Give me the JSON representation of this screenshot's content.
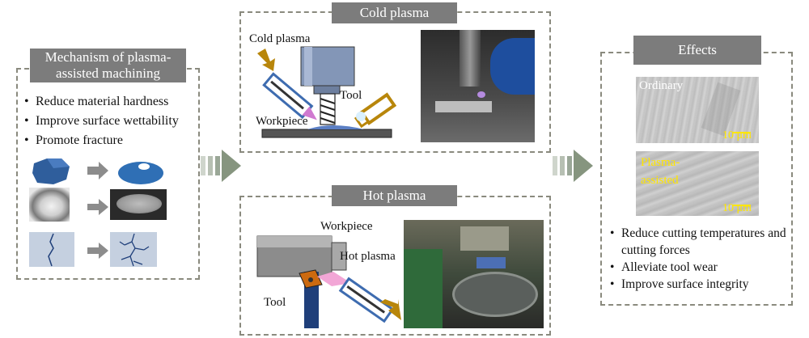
{
  "mechanism": {
    "title": "Mechanism of plasma-\nassisted machining",
    "bullets": [
      "Reduce material hardness",
      "Improve surface wettability",
      "Promote fracture"
    ]
  },
  "cold": {
    "title": "Cold plasma",
    "labels": {
      "plasma": "Cold plasma",
      "tool": "Tool",
      "workpiece": "Workpiece"
    }
  },
  "hot": {
    "title": "Hot plasma",
    "labels": {
      "workpiece": "Workpiece",
      "plasma": "Hot plasma",
      "tool": "Tool"
    }
  },
  "effects": {
    "title": "Effects",
    "ordinary_label": "Ordinary",
    "plasma_label": "Plasma-\nassisted",
    "scale": "10 μm",
    "bullets": [
      "Reduce cutting temperatures and cutting forces",
      "Alleviate tool wear",
      "Improve surface integrity"
    ]
  },
  "colors": {
    "title_bg": "#7c7c7c",
    "dash": "#8a8a7e",
    "blue": "#3e6cb0",
    "arrow_gold": "#b8860b",
    "scale_yellow": "#ffe600"
  }
}
